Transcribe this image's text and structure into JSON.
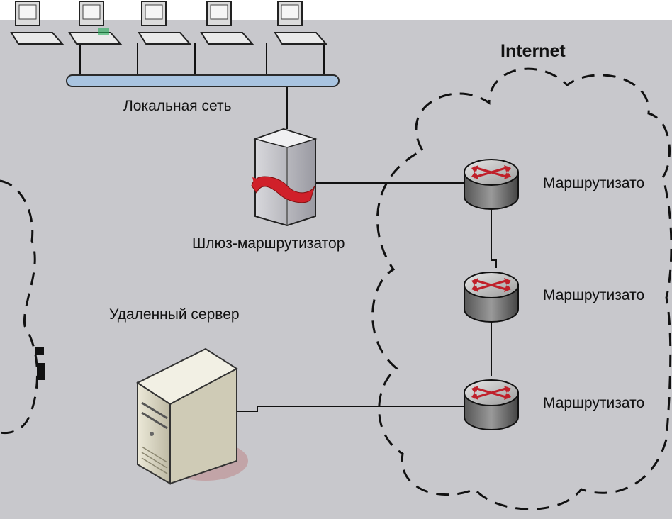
{
  "diagram": {
    "labels": {
      "internet": "Internet",
      "lan": "Локальная сеть",
      "gateway": "Шлюз-маршрутизатор",
      "remote_server": "Удаленный сервер",
      "router_1": "Маршрутизато",
      "router_2": "Маршрутизато",
      "router_3": "Маршрутизато"
    },
    "colors": {
      "background": "#c8c8cc",
      "bus": "#a9c4e0",
      "router_arrows": "#c0202a",
      "gateway_arrow": "#d0202a",
      "cloud_stroke": "#111111"
    },
    "icons": [
      "computer-icon",
      "computer-icon",
      "computer-icon",
      "computer-icon",
      "computer-icon",
      "gateway-router-icon",
      "router-icon",
      "router-icon",
      "router-icon",
      "server-icon"
    ]
  }
}
